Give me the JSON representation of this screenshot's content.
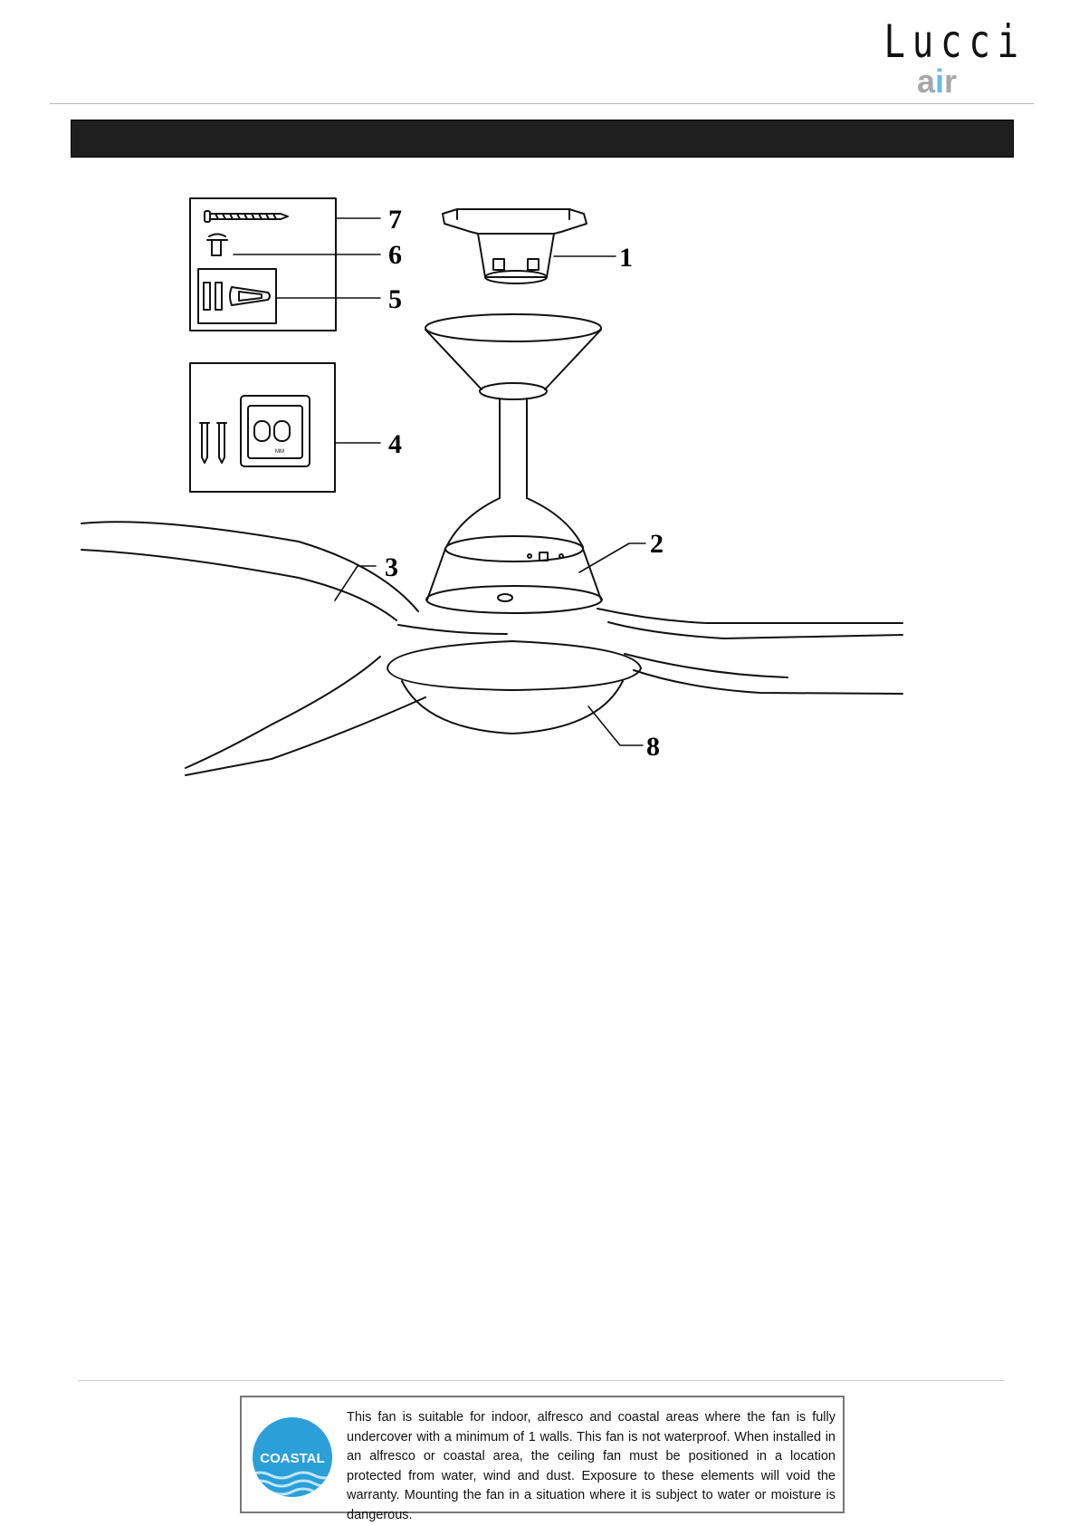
{
  "brand": {
    "name": "Lucci",
    "sub_prefix": "a",
    "sub_accent": "i",
    "sub_suffix": "r"
  },
  "diagram": {
    "callouts": {
      "c1": "1",
      "c2": "2",
      "c3": "3",
      "c4": "4",
      "c5": "5",
      "c6": "6",
      "c7": "7",
      "c8": "8"
    },
    "remote_label": "MM"
  },
  "notice": {
    "badge": "COASTAL",
    "text": "This fan is suitable for indoor, alfresco and coastal areas where the fan is fully undercover with a minimum of 1 walls. This fan is not waterproof. When installed in an alfresco or coastal area, the ceiling fan must be positioned in a location protected from water, wind and dust. Exposure to these elements will void the warranty. Mounting the fan in a situation where it is subject to water or moisture is dangerous."
  },
  "colors": {
    "title_bar": "#1f1f1f",
    "badge_blue": "#2a9fd8",
    "logo_accent": "#6bb9e8"
  }
}
